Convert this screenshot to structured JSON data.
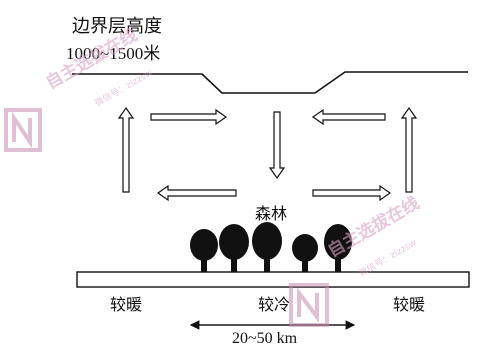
{
  "diagram": {
    "boundary_layer_title": "边界层高度",
    "boundary_layer_range": "1000~1500米",
    "forest_label": "森林",
    "left_ground_label": "较暖",
    "center_ground_label": "较冷",
    "right_ground_label": "较暖",
    "distance_label": "20~50 km"
  },
  "watermark": {
    "brand_text": "自主选拔在线",
    "wechat_text": "微信号：zizzsw"
  },
  "colors": {
    "line": "#111111",
    "watermark": "#d9a3c6"
  }
}
